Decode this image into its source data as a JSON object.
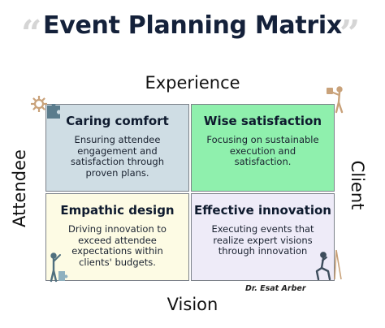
{
  "title": "Event Planning Matrix",
  "quotes": {
    "open": "“",
    "close": "”"
  },
  "axes": {
    "top": "Experience",
    "bottom": "Vision",
    "left": "Attendee",
    "right": "Client"
  },
  "quadrants": [
    {
      "heading": "Caring comfort",
      "body": "Ensuring attendee engagement and satisfaction through proven plans.",
      "color": "#cfdde4"
    },
    {
      "heading": "Wise satisfaction",
      "body": "Focusing on sustainable execution and satisfaction.",
      "color": "#8ff0ad"
    },
    {
      "heading": "Empathic design",
      "body": "Driving innovation to exceed attendee expectations within clients' budgets.",
      "color": "#fdfbe4"
    },
    {
      "heading": "Effective innovation",
      "body": "Executing events that realize expert visions through innovation",
      "color": "#eeebf8"
    }
  ],
  "author": "Dr. Esat Arber",
  "icons": [
    "gear-icon",
    "puzzle-piece-icon",
    "person-with-puzzle-icon",
    "person-pointing-icon",
    "person-thinking-icon"
  ]
}
